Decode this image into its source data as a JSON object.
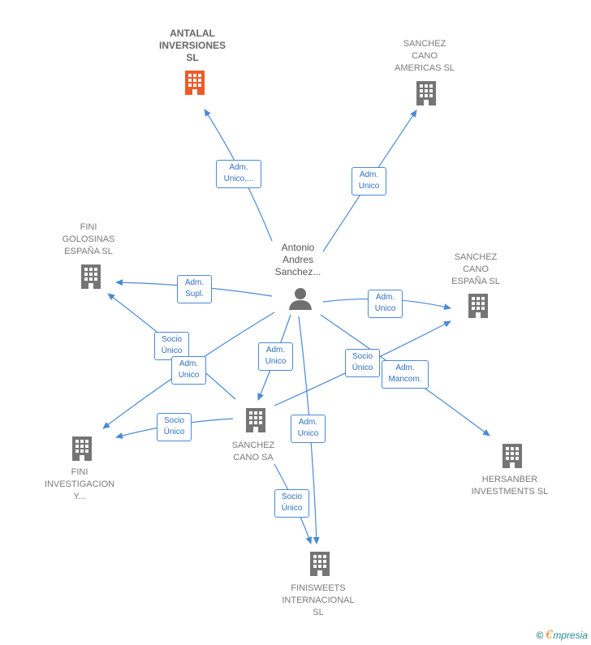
{
  "colors": {
    "edge": "#4a8ad6",
    "building": "#757575",
    "building_main": "#f05a28",
    "person": "#6f6f6f"
  },
  "nodes": {
    "antalal": {
      "label": "ANTALAL\nINVERSIONES\nSL",
      "icon": "building-icon"
    },
    "americas": {
      "label": "SANCHEZ\nCANO\nAMERICAS  SL",
      "icon": "building-icon"
    },
    "golosinas": {
      "label": "FINI\nGOLOSINAS\nESPAÑA  SL",
      "icon": "building-icon"
    },
    "person": {
      "label": "Antonio\nAndres\nSanchez...",
      "icon": "person-icon"
    },
    "espana": {
      "label": "SANCHEZ\nCANO\nESPAÑA  SL",
      "icon": "building-icon"
    },
    "sanchez_cano_sa": {
      "label": "SANCHEZ\nCANO SA",
      "icon": "building-icon"
    },
    "investigacion": {
      "label": "FINI\nINVESTIGACION\nY...",
      "icon": "building-icon"
    },
    "hersanber": {
      "label": "HERSANBER\nINVESTMENTS SL",
      "icon": "building-icon"
    },
    "finisweets": {
      "label": "FINISWEETS\nINTERNACIONAL\nSL",
      "icon": "building-icon"
    }
  },
  "edges": {
    "e_antalal": "Adm.\nUnico,...",
    "e_americas": "Adm.\nUnico",
    "e_golosinas": "Adm.\nSupl.",
    "e_espana": "Adm.\nUnico",
    "e_sa": "Adm.\nUnico",
    "e_inv_person": "Adm.\nUnico",
    "e_finisweets": "Adm.\nUnico",
    "e_hersanber": "Adm.\nMancom.",
    "e_sa_golosinas": "Socio\nÚnico",
    "e_sa_inv": "Socio\nÚnico",
    "e_sa_espana": "Socio\nÚnico",
    "e_sa_finisweets": "Socio\nÚnico"
  },
  "footer": {
    "copyright": "©",
    "brand_e": "€",
    "brand_rest": "mpresia"
  }
}
